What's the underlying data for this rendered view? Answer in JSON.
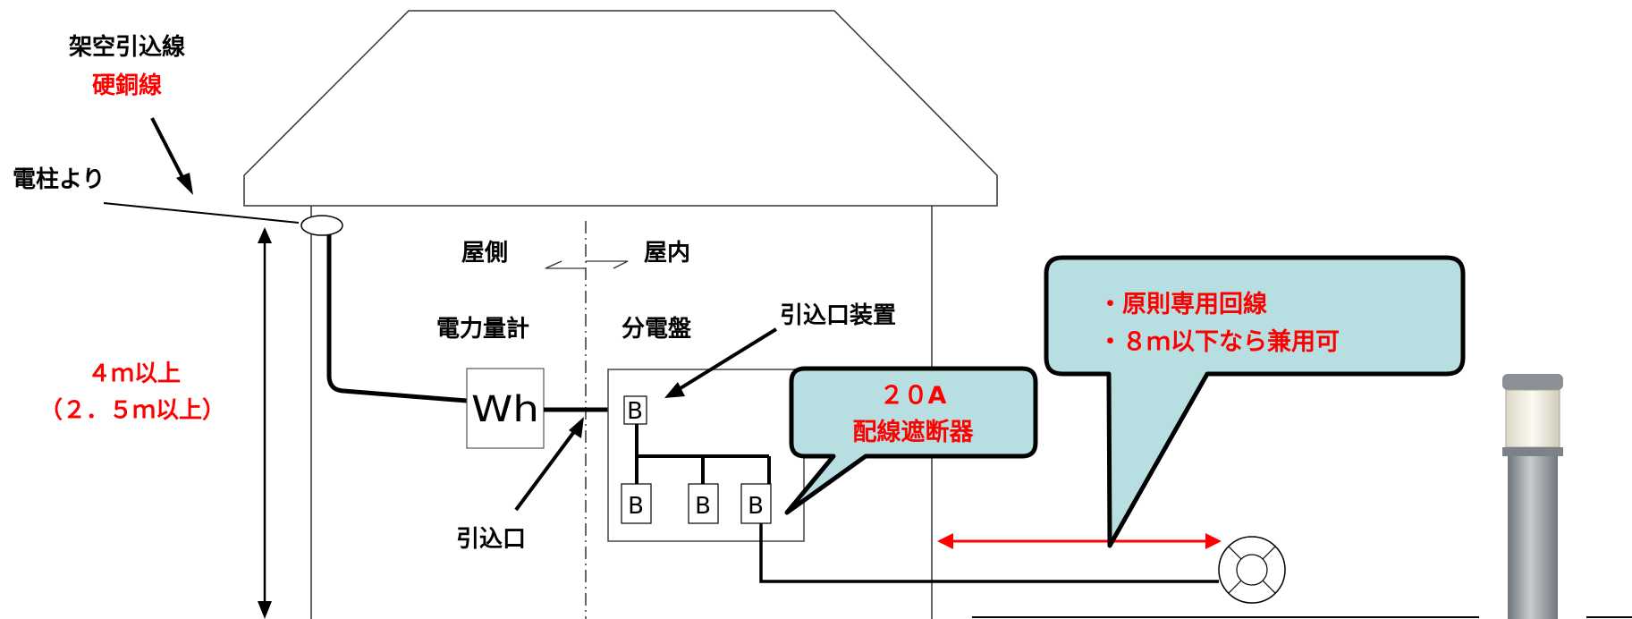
{
  "labels": {
    "overhead_drop": "架空引込線",
    "hard_copper": "硬銅線",
    "from_pole": "電柱より",
    "outdoor": "屋側",
    "indoor": "屋内",
    "meter": "電力量計",
    "panel": "分電盤",
    "service_device": "引込口装置",
    "height_main": "４ｍ以上",
    "height_alt": "（２．５ｍ以上）",
    "service_entrance": "引込口",
    "meter_symbol": "Wh",
    "breaker_symbol": "B"
  },
  "callouts": {
    "breaker": {
      "line1": "２０A",
      "line2": "配線遮断器"
    },
    "circuit": {
      "line1": "・原則専用回線",
      "line2": "・８ｍ以下なら兼用可"
    }
  },
  "colors": {
    "accent_red": "#ff0000",
    "callout_fill": "#b7dfe2",
    "lamp_body": "#9aa0a6"
  }
}
